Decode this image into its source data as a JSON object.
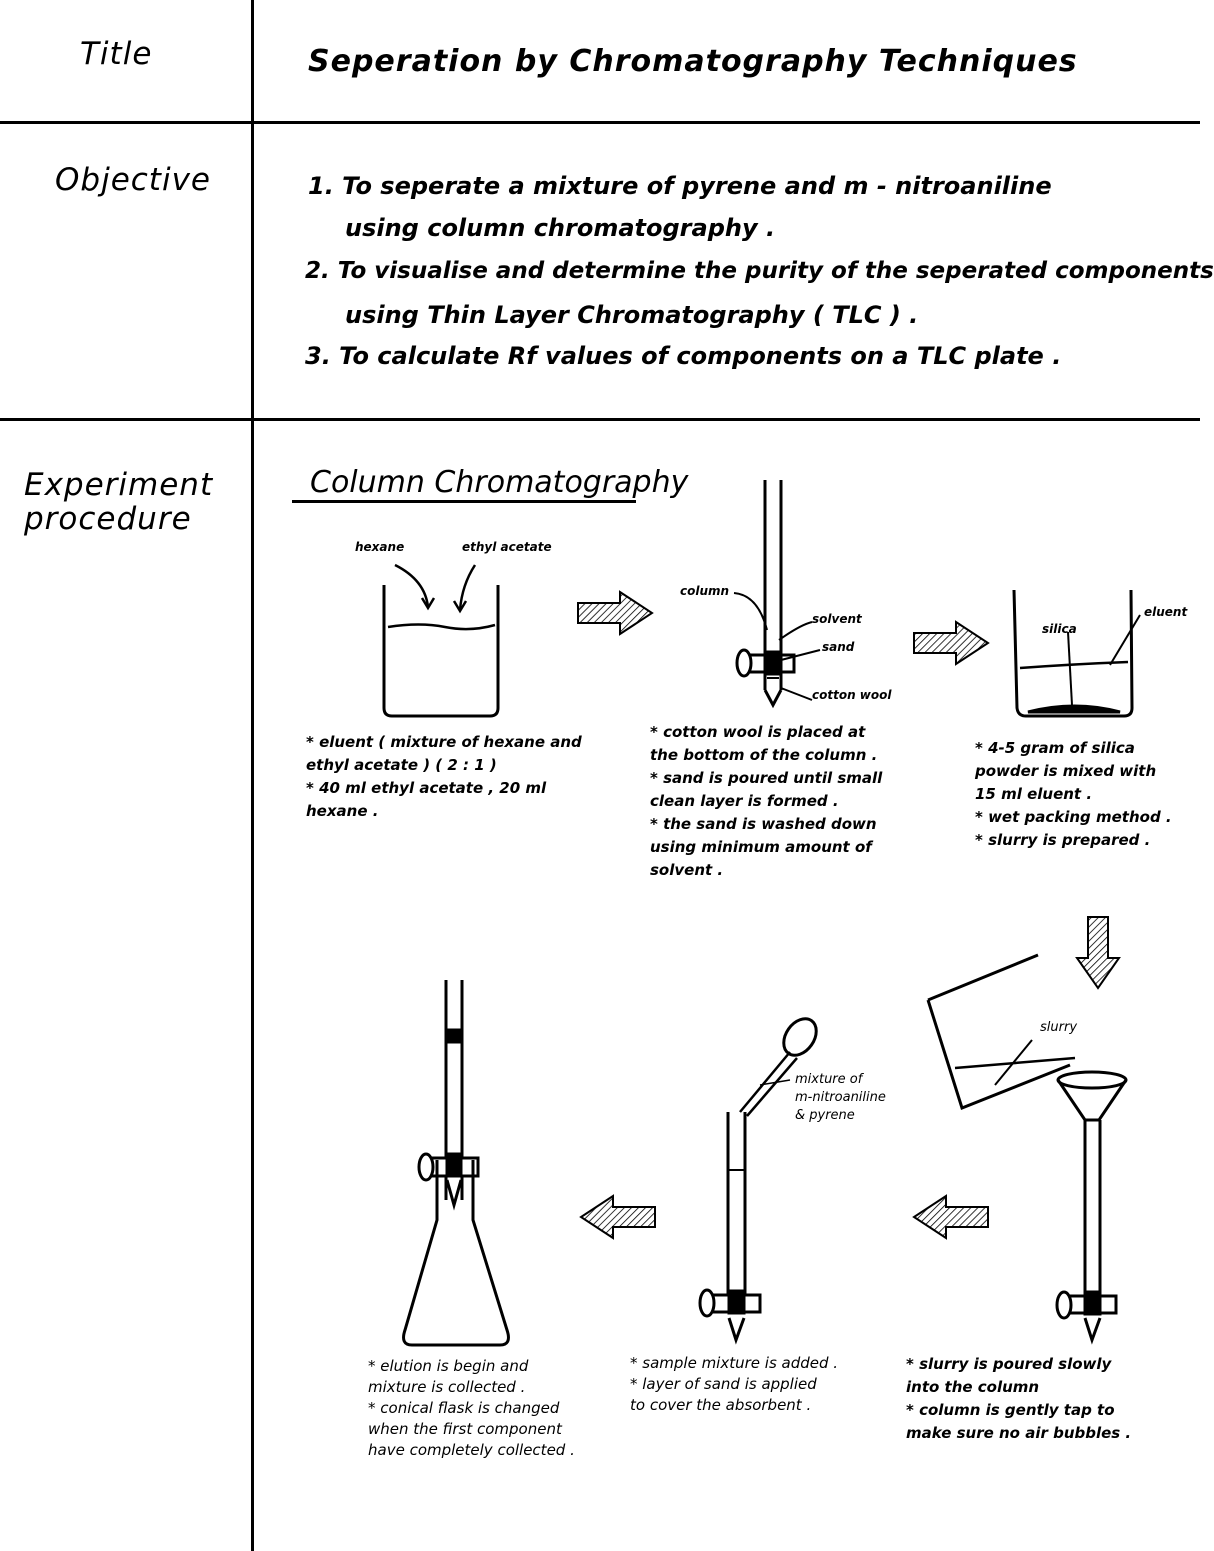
{
  "labels": {
    "title": "Title",
    "objective": "Objective",
    "procedure_line1": "Experiment",
    "procedure_line2": "procedure"
  },
  "title_text": "Seperation by Chromatography Techniques",
  "objectives": [
    "1. To seperate a mixture of pyrene and m - nitroaniline",
    "using column chromatography .",
    "2. To visualise and determine the purity of the seperated components",
    "using Thin Layer Chromatography ( TLC ) .",
    "3. To calculate Rf values of components on a TLC plate ."
  ],
  "section_heading": "Column Chromatography",
  "diagram_labels": {
    "hexane": "hexane",
    "ethyl_acetate": "ethyl acetate",
    "column": "column",
    "solvent": "solvent",
    "sand": "sand",
    "cotton_wool": "cotton wool",
    "silica": "silica",
    "eluent": "eluent",
    "slurry": "slurry",
    "mixture": "mixture of\nm-nitroaniline\n& pyrene"
  },
  "notes": {
    "step1": "* eluent ( mixture of hexane and\nethyl acetate ) ( 2 : 1 )\n* 40 ml ethyl acetate , 20 ml\nhexane .",
    "step2": "* cotton wool is placed at\nthe bottom of the column .\n* sand is poured until small\nclean layer is formed .\n* the sand is washed down\nusing minimum amount of\nsolvent .",
    "step3": "* 4-5 gram of silica\npowder is mixed with\n15 ml eluent .\n* wet packing method .\n* slurry is prepared .",
    "step4": "* slurry is poured slowly\ninto the column\n* column is gently tap to\nmake sure no air bubbles .",
    "step5": "* sample mixture is added .\n* layer of sand is applied\nto cover the absorbent .",
    "step6": "* elution is begin and\nmixture is collected .\n* conical flask is changed\nwhen the first component\nhave completely collected ."
  }
}
